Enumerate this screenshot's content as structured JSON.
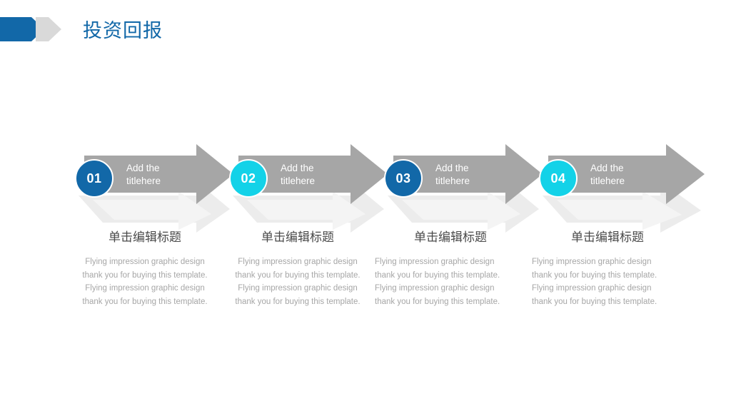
{
  "header": {
    "title": "投资回报",
    "mark_icon": "arrow-chevron-icon",
    "accent_color": "#1268a8",
    "chevron_color": "#d9d9d9"
  },
  "theme": {
    "arrow_gray": "#a6a6a6",
    "shadow_light": "#eeeeee",
    "shadow_mid": "#e2e2e2",
    "badge_blue": "#1268a8",
    "badge_cyan": "#13d2e8",
    "heading_color": "#4a4a4a",
    "body_color": "#a6a6a6",
    "label_color": "#ffffff"
  },
  "process": {
    "steps": [
      {
        "number": "01",
        "badge_color": "blue",
        "label_line1": "Add the",
        "label_line2": "titlehere"
      },
      {
        "number": "02",
        "badge_color": "cyan",
        "label_line1": "Add the",
        "label_line2": "titlehere"
      },
      {
        "number": "03",
        "badge_color": "blue",
        "label_line1": "Add the",
        "label_line2": "titlehere"
      },
      {
        "number": "04",
        "badge_color": "cyan",
        "label_line1": "Add the",
        "label_line2": "titlehere"
      }
    ]
  },
  "details": {
    "columns": [
      {
        "heading": "单击编辑标题",
        "line1": "Flying impression graphic design",
        "line2": "thank you for buying this template.",
        "line3": "Flying impression graphic design",
        "line4": "thank you for buying this template."
      },
      {
        "heading": "单击编辑标题",
        "line1": "Flying impression graphic design",
        "line2": "thank you for buying this template.",
        "line3": "Flying impression graphic design",
        "line4": "thank you for buying this template."
      },
      {
        "heading": "单击编辑标题",
        "line1": "Flying impression graphic design",
        "line2": "thank you for buying this template.",
        "line3": "Flying impression graphic design",
        "line4": "thank you for buying this template."
      },
      {
        "heading": "单击编辑标题",
        "line1": "Flying impression graphic design",
        "line2": "thank you for buying this template.",
        "line3": "Flying impression graphic design",
        "line4": "thank you for buying this template."
      }
    ]
  }
}
